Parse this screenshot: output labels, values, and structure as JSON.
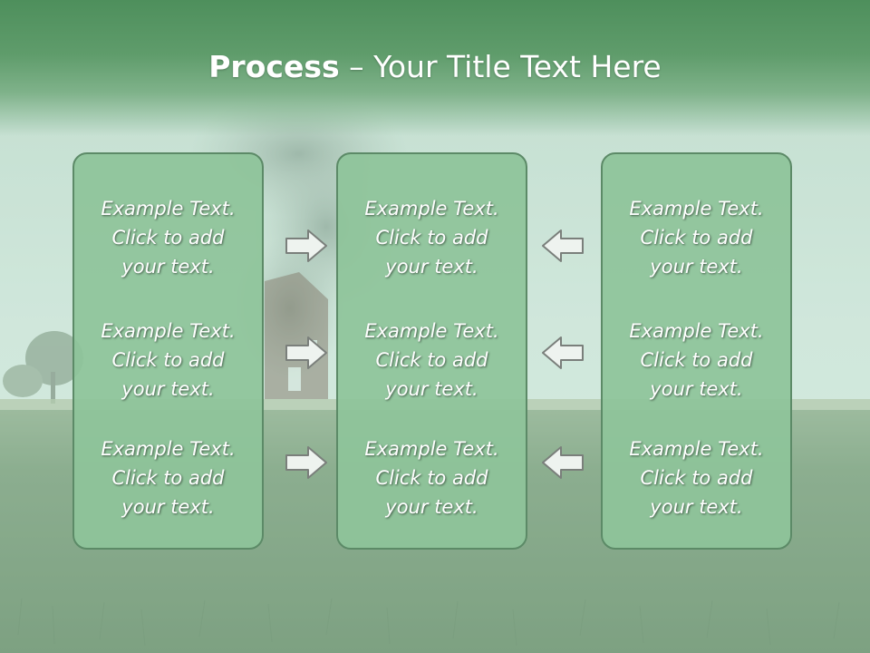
{
  "slide": {
    "title_bold": "Process",
    "title_rest": " – Your Title Text Here"
  },
  "columns": [
    {
      "items": [
        "Example Text.\nClick  to add\nyour text.",
        "Example Text.\nClick  to add\nyour text.",
        "Example Text.\nClick  to add\nyour text."
      ]
    },
    {
      "items": [
        "Example Text.\nClick  to add\nyour text.",
        "Example Text.\nClick  to add\nyour text.",
        "Example Text.\nClick  to add\nyour text."
      ]
    },
    {
      "items": [
        "Example Text.\nClick  to add\nyour text.",
        "Example Text.\nClick  to add\nyour text.",
        "Example Text.\nClick  to add\nyour text."
      ]
    }
  ],
  "arrows": {
    "left_group": [
      "right-arrow-icon",
      "right-arrow-icon",
      "right-arrow-icon"
    ],
    "right_group": [
      "left-arrow-icon",
      "left-arrow-icon",
      "left-arrow-icon"
    ]
  },
  "colors": {
    "title_band": "#4e8f5c",
    "box_fill": "#8ec49a",
    "box_border": "#5c8a67",
    "sky": "#c9e2d6",
    "grass": "#4f7d52"
  }
}
